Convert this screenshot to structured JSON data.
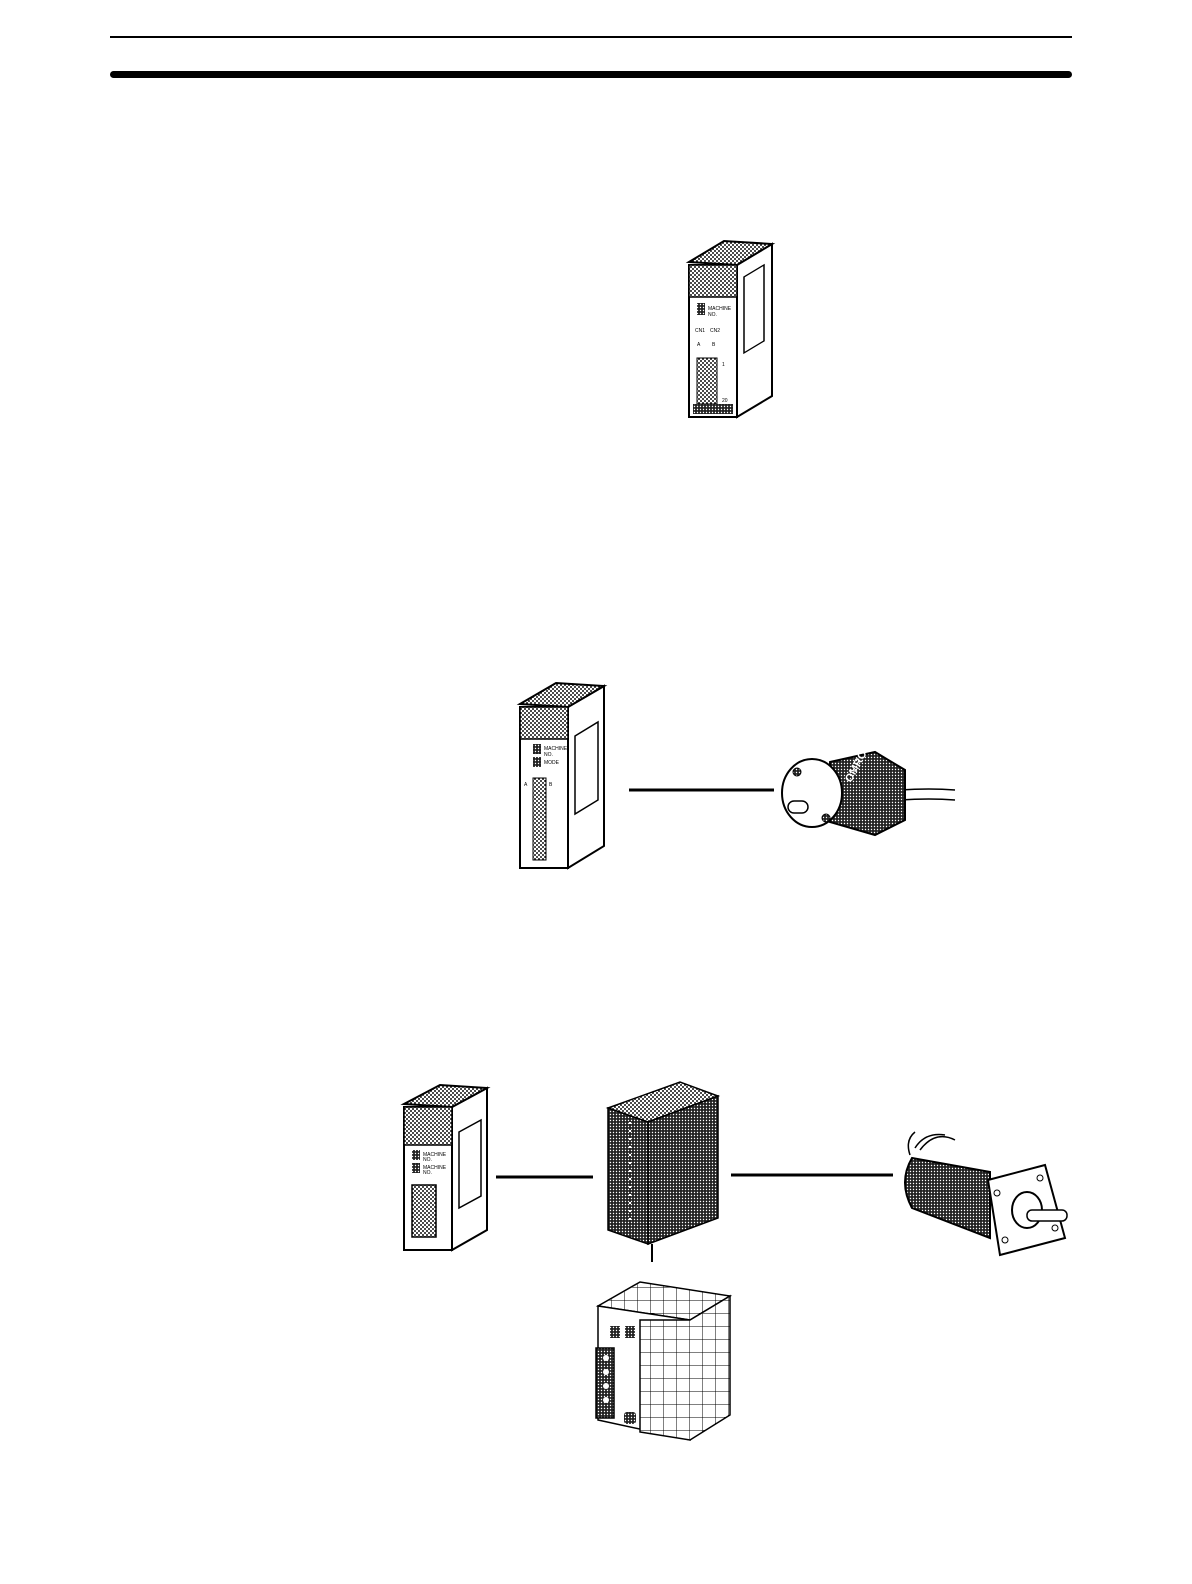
{
  "figures": [
    {
      "id": "unit-only",
      "unit_labels": [
        "MACHINE",
        "NO.",
        "CN1",
        "CN2",
        "A",
        "B",
        "1",
        "20"
      ]
    },
    {
      "id": "unit-encoder",
      "unit_labels": [
        "MACHINE",
        "NO.",
        "MODE",
        "A",
        "B"
      ],
      "encoder_brand": "OMRON"
    },
    {
      "id": "unit-driver-motor",
      "unit_labels": [
        "MACHINE",
        "NO.",
        "MACHINE",
        "NO."
      ]
    }
  ]
}
